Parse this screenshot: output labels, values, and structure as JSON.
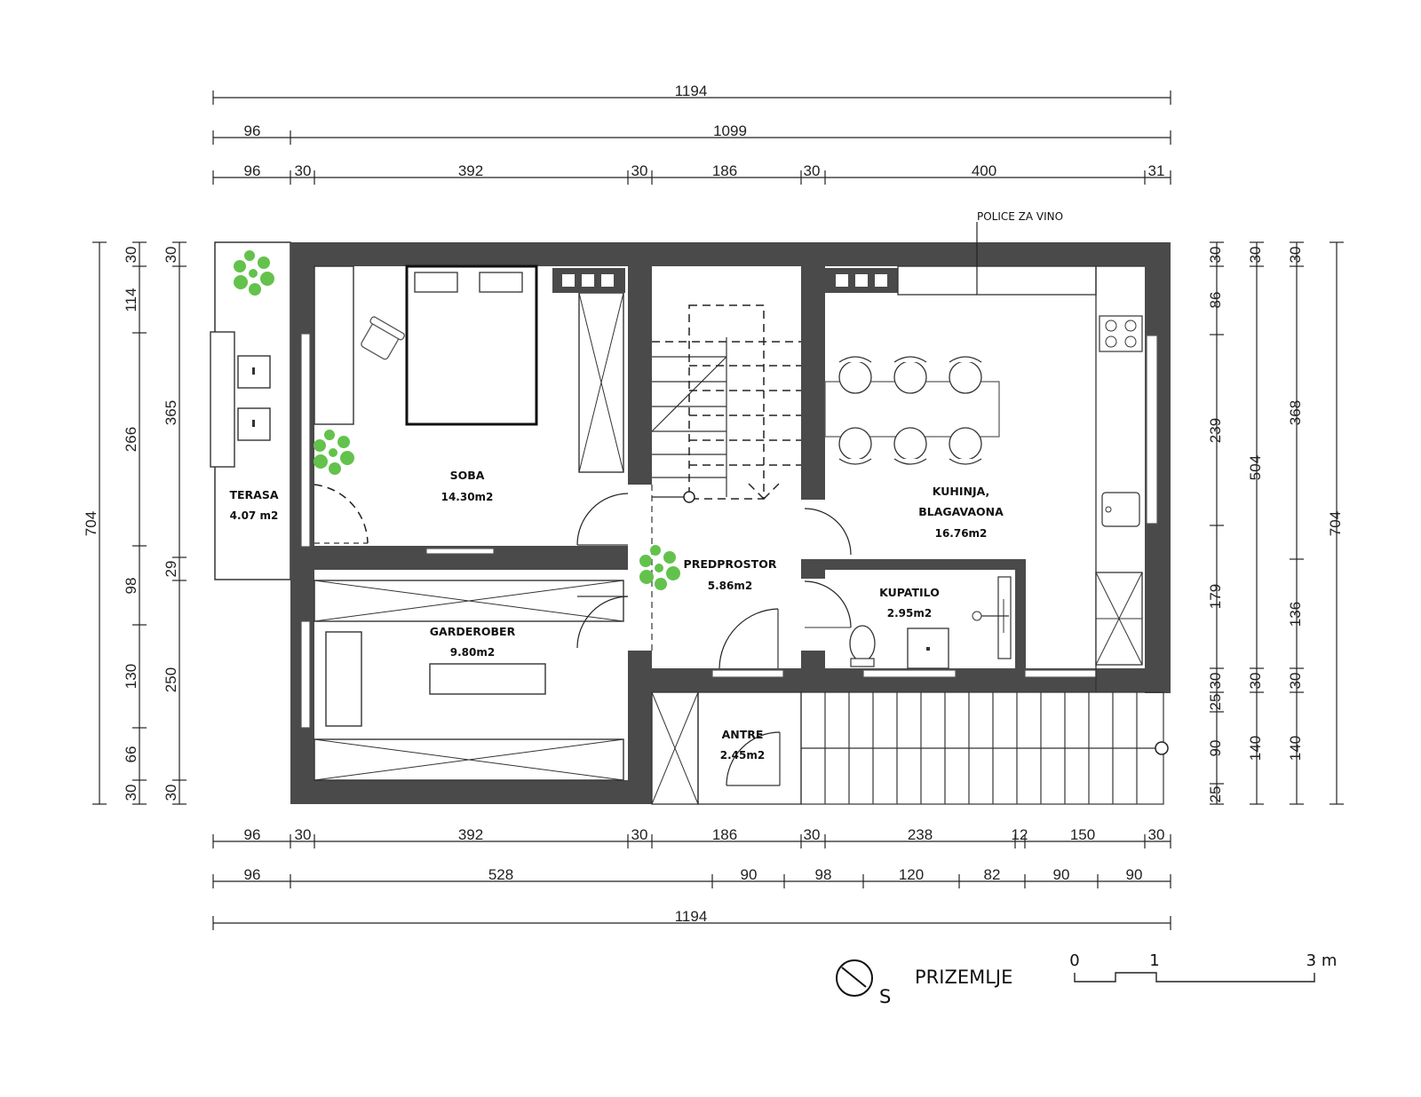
{
  "dims": {
    "top_total": "1194",
    "top_second": [
      "96",
      "1099"
    ],
    "top_third": [
      "96",
      "30",
      "392",
      "30",
      "186",
      "30",
      "400",
      "31"
    ],
    "bottom_first": [
      "96",
      "30",
      "392",
      "30",
      "186",
      "30",
      "238",
      "12",
      "150",
      "30"
    ],
    "bottom_second": [
      "96",
      "528",
      "90",
      "98",
      "120",
      "82",
      "90",
      "90"
    ],
    "bottom_total": "1194",
    "left_outer": "704",
    "left_inner": [
      "30",
      "114",
      "266",
      "98",
      "130",
      "66",
      "30"
    ],
    "left_mid": [
      "30",
      "365",
      "29",
      "250",
      "30"
    ],
    "right_inner": [
      "30",
      "86",
      "239",
      "179",
      "30",
      "25",
      "90",
      "25"
    ],
    "right_mid": [
      "30",
      "504",
      "30",
      "140"
    ],
    "right_third": [
      "30",
      "368",
      "136",
      "30",
      "140"
    ],
    "right_outer": "704"
  },
  "rooms": {
    "terasa": {
      "name": "TERASA",
      "area": "4.07 m2"
    },
    "soba": {
      "name": "SOBA",
      "area": "14.30m2"
    },
    "garderober": {
      "name": "GARDEROBER",
      "area": "9.80m2"
    },
    "predprostor": {
      "name": "PREDPROSTOR",
      "area": "5.86m2"
    },
    "kuhinja": {
      "name_line1": "KUHINJA,",
      "name_line2": "BLAGAVAONA",
      "area": "16.76m2"
    },
    "kupatilo": {
      "name": "KUPATILO",
      "area": "2.95m2"
    },
    "antre": {
      "name": "ANTRE",
      "area": "2.45m2"
    }
  },
  "annotation": "POLICE ZA VINO",
  "title": "PRIZEMLJE",
  "compass_letter": "S",
  "scale": {
    "labels": [
      "0",
      "1",
      "3 m"
    ]
  },
  "colors": {
    "wall": "#4a4a4a",
    "plant": "#63c24c",
    "line": "#222222"
  }
}
